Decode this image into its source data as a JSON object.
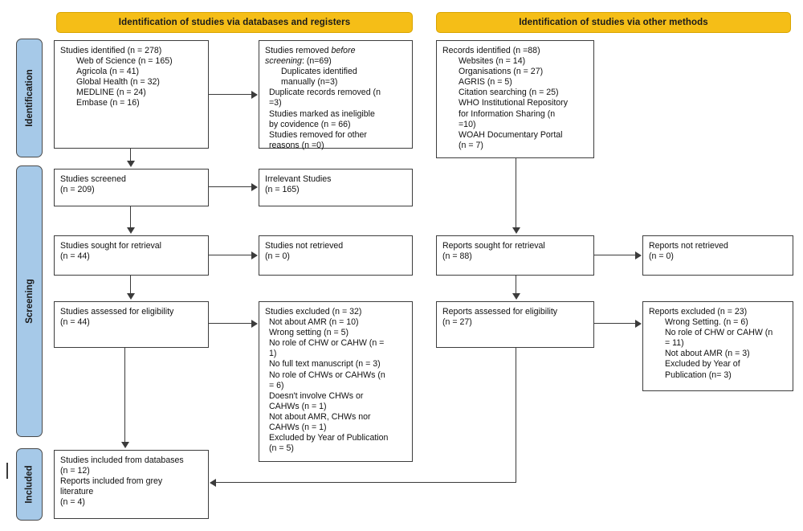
{
  "headers": {
    "left": "Identification of studies via databases and registers",
    "right": "Identification of studies via other methods"
  },
  "stages": {
    "identification": "Identification",
    "screening": "Screening",
    "included": "Included"
  },
  "colors": {
    "header_fill": "#F5BE17",
    "stage_fill": "#A6C9E8",
    "box_border": "#3d3d3d",
    "connector": "#3b3b3b"
  },
  "boxes": {
    "identified_db": {
      "lines": [
        "Studies identified (n = 278)",
        "Web of Science (n = 165)",
        "Agricola (n = 41)",
        "Global Health (n = 32)",
        "MEDLINE (n = 24)",
        "Embase (n = 16)"
      ]
    },
    "removed_before_screening": {
      "line1a": "Studies removed ",
      "line1b": "before",
      "line2a": "screening",
      "line2b": ": (n=69)",
      "lines": [
        "Duplicates identified",
        "manually (n=3)",
        "Duplicate records removed (n",
        "=3)",
        "Studies marked as ineligible",
        "by covidence (n = 66)",
        "Studies removed for other",
        "reasons (n =0)"
      ]
    },
    "studies_screened": {
      "lines": [
        "Studies screened",
        "(n = 209)"
      ]
    },
    "irrelevant_studies": {
      "lines": [
        "Irrelevant Studies",
        "(n = 165)"
      ]
    },
    "studies_sought": {
      "lines": [
        "Studies sought for retrieval",
        "(n = 44)"
      ]
    },
    "studies_not_retrieved": {
      "lines": [
        "Studies not retrieved",
        "(n = 0)"
      ]
    },
    "studies_assessed": {
      "lines": [
        "Studies assessed for eligibility",
        "(n = 44)"
      ]
    },
    "studies_excluded": {
      "lines": [
        "Studies excluded (n = 32)",
        "Not about AMR (n = 10)",
        "Wrong setting (n = 5)",
        "No role of CHW or CAHW (n =",
        "1)",
        "No full text manuscript (n = 3)",
        "No role of CHWs or CAHWs (n",
        "= 6)",
        "Doesn't involve CHWs or",
        "CAHWs (n = 1)",
        "Not about AMR, CHWs nor",
        "CAHWs (n = 1)",
        "Excluded by Year of Publication",
        "(n = 5)"
      ]
    },
    "records_identified_other": {
      "lines": [
        "Records identified (n =88)",
        "Websites (n = 14)",
        "Organisations (n = 27)",
        "AGRIS (n = 5)",
        "Citation searching (n = 25)",
        "WHO Institutional Repository",
        "for Information Sharing (n",
        "=10)",
        "WOAH Documentary Portal",
        "(n = 7)"
      ]
    },
    "reports_sought": {
      "lines": [
        "Reports sought for retrieval",
        "(n = 88)"
      ]
    },
    "reports_not_retrieved": {
      "lines": [
        "Reports not retrieved",
        "(n = 0)"
      ]
    },
    "reports_assessed": {
      "lines": [
        "Reports assessed for eligibility",
        "(n = 27)"
      ]
    },
    "reports_excluded": {
      "lines": [
        "Reports excluded (n = 23)",
        "Wrong Setting. (n = 6)",
        "No role of CHW or CAHW (n",
        "= 11)",
        "Not about AMR (n = 3)",
        "Excluded by Year of",
        "Publication (n= 3)"
      ]
    },
    "included_final": {
      "lines": [
        "Studies included from databases",
        "(n = 12)",
        "Reports included from grey",
        "literature",
        "(n = 4)"
      ]
    }
  }
}
